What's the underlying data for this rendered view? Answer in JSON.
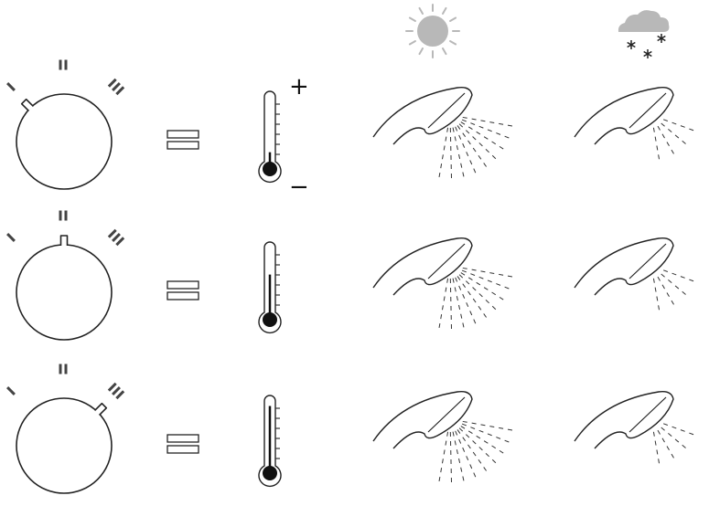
{
  "header": {
    "sunny_icon": "sun-icon",
    "cold_icon": "snow-cloud-icon"
  },
  "scale": {
    "max_sign": "+",
    "min_sign": "−"
  },
  "rows": [
    {
      "knob_setting": "I",
      "temperature_level": 0.15,
      "icons": [
        "knob-icon",
        "equals-icon",
        "thermometer-icon",
        "shower-head-icon",
        "shower-head-icon"
      ]
    },
    {
      "knob_setting": "II",
      "temperature_level": 0.6,
      "icons": [
        "knob-icon",
        "equals-icon",
        "thermometer-icon",
        "shower-head-icon",
        "shower-head-icon"
      ]
    },
    {
      "knob_setting": "III",
      "temperature_level": 0.95,
      "icons": [
        "knob-icon",
        "equals-icon",
        "thermometer-icon",
        "shower-head-icon",
        "shower-head-icon"
      ]
    }
  ],
  "colors": {
    "stroke": "#222222",
    "weather": "#b8b8b8",
    "tick": "#333333"
  }
}
